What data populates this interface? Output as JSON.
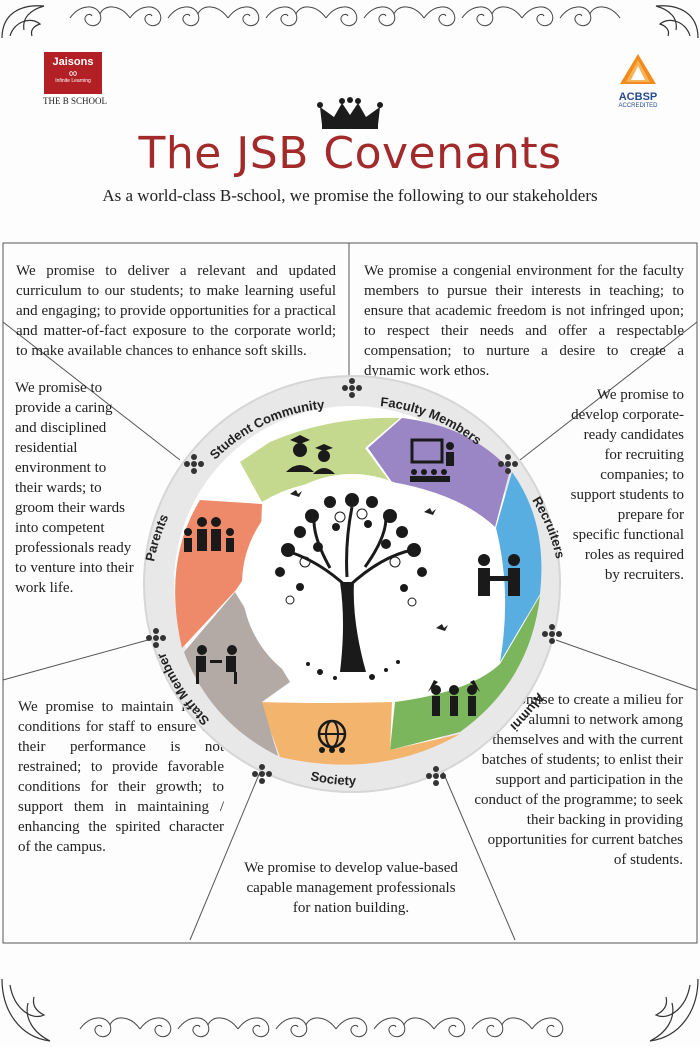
{
  "logo_left": {
    "brand": "Jaisons",
    "tagline": "Infinite Learning",
    "caption": "THE B SCHOOL"
  },
  "logo_right": {
    "name": "ACBSP",
    "caption": "ACCREDITED"
  },
  "title": "The JSB Covenants",
  "subtitle": "As a world-class B-school, we promise the following  to our stakeholders",
  "promises": {
    "students": "We promise to deliver a relevant and updated curriculum to our students; to make learning useful and engaging; to provide opportunities for a practical and matter-of-fact exposure to the corporate world; to make available chances to enhance soft skills.",
    "faculty": "We promise a congenial environment for the faculty members to pursue their interests in teaching; to ensure that academic freedom is not infringed upon; to respect their needs and offer a respectable compensation; to nurture a desire to create a dynamic work ethos.",
    "parents": "We promise to provide a caring and disciplined residential environment to their wards; to groom their wards into competent professionals ready to venture into their work life.",
    "recruiters": "We promise to develop corporate-ready candidates for recruiting companies; to support students to prepare for specific functional roles as required by recruiters.",
    "staff": "We promise to maintain helpful conditions for staff to ensure that their performance is not restrained; to provide favorable conditions for their growth; to support them in maintaining / enhancing the spirited character of the campus.",
    "alumni": "We promise to create a milieu for alumni to network among themselves and with the current batches of students; to enlist their support and participation in the conduct of the programme; to seek their backing in providing opportunities for current batches of students.",
    "society": "We promise to develop value-based capable management professionals for nation building."
  },
  "segments": {
    "students": "Student Community",
    "faculty": "Faculty Members",
    "recruiters": "Recruiters",
    "alumni": "Alumni",
    "society": "Society",
    "staff": "Staff Members",
    "parents": "Parents"
  },
  "colors": {
    "title": "#a22a2a",
    "students": "#c5d98e",
    "faculty": "#9a86c4",
    "recruiters": "#58aee0",
    "alumni": "#7bb65c",
    "society": "#f3b46d",
    "staff": "#b3aaa5",
    "parents": "#ee8a6a",
    "ring": "#e8e8e8"
  }
}
